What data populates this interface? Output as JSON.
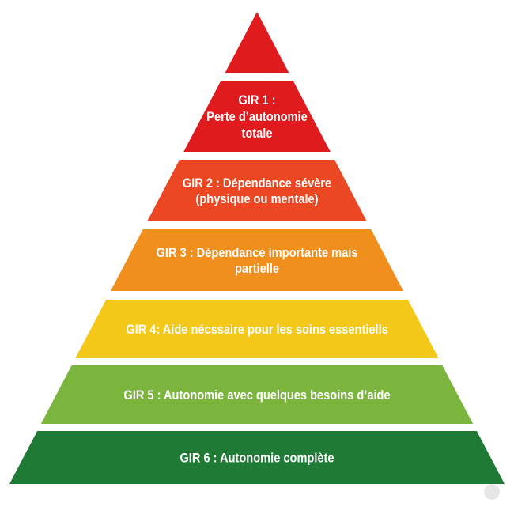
{
  "levels": [
    {
      "id": "apex",
      "lines": [],
      "color": "#df1b1e"
    },
    {
      "id": "gir-1",
      "lines": [
        "GIR 1 :",
        "Perte d’autonomie",
        "totale"
      ],
      "color": "#df1b1e"
    },
    {
      "id": "gir-2",
      "lines": [
        "GIR 2 : Dépendance sévère",
        "(physique ou mentale)"
      ],
      "color": "#eb4722"
    },
    {
      "id": "gir-3",
      "lines": [
        "GIR 3 : Dépendance importante mais",
        "partielle"
      ],
      "color": "#f08e1e"
    },
    {
      "id": "gir-4",
      "lines": [
        "GIR 4: Aide nécssaire pour les soins essentiells"
      ],
      "color": "#f3c818"
    },
    {
      "id": "gir-5",
      "lines": [
        "GIR 5 : Autonomie avec quelques besoins d’aide"
      ],
      "color": "#7cb53e"
    },
    {
      "id": "gir-6",
      "lines": [
        "GIR 6 : Autonomie complète"
      ],
      "color": "#1e7a35"
    }
  ]
}
